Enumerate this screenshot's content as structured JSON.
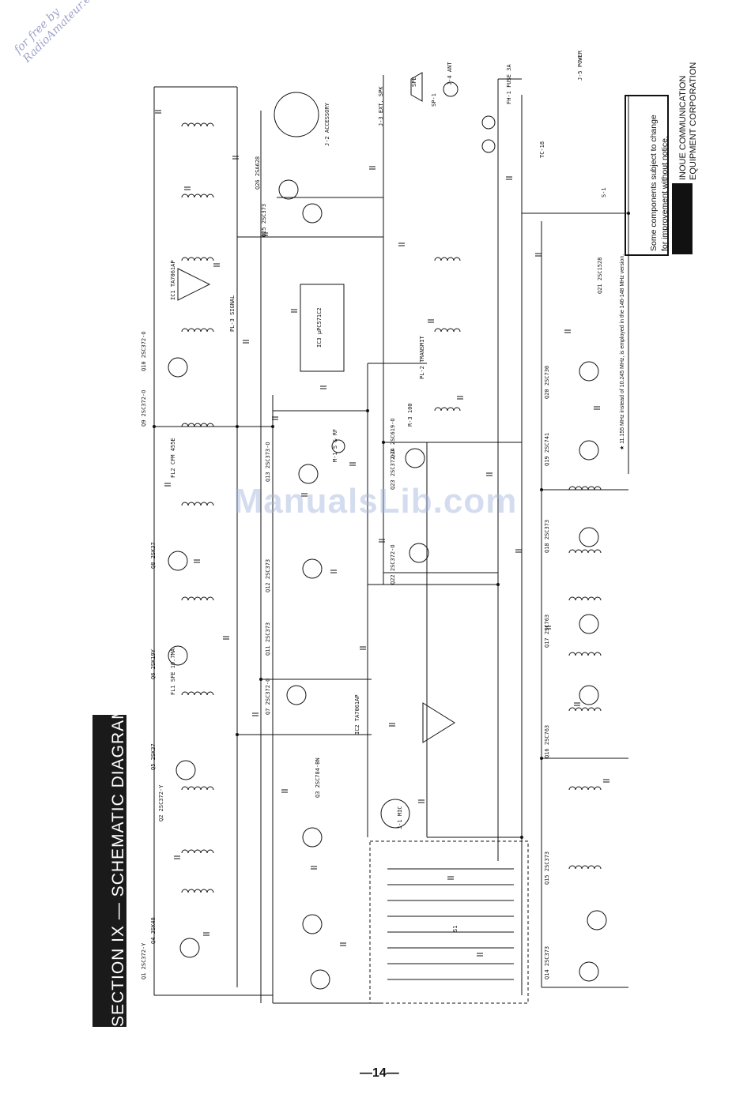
{
  "watermark": {
    "line1": "for free by",
    "line2": "RadioAmateur.eu"
  },
  "overlay_watermark": "ManualsLib.com",
  "section_title": "SECTION IX — SCHEMATIC DIAGRAM",
  "page_number": "—14—",
  "notice": {
    "line1": "Some components subject to change",
    "line2": "for improvement without notice."
  },
  "brand": {
    "logo": "ICOM",
    "line1": "INOUE COMMUNICATION",
    "line2": "EQUIPMENT CORPORATION"
  },
  "footnote": "★ 11.155 MHz instead of 10.245 MHz, is employed in the 146-148 MHz version.",
  "connectors": {
    "accessory": "J-2 ACCESSORY",
    "ext_spk": "J-3 EXT. SPK",
    "spe": "SPE",
    "sp1": "SP-1",
    "ant": "J-4 ANT",
    "mic": "J-1 MIC",
    "power": "J-5 POWER",
    "fuse": "FH-1 FUSE 3A"
  },
  "component_labels": [
    "Q1 2SC372-Y",
    "Q2 2SC372-Y",
    "Q3 2SC784-BN",
    "Q4 3SK40",
    "Q5 2SK37",
    "Q6 2SK19Y",
    "Q7 2SC372-O",
    "Q8 2SK37",
    "Q9 2SC372-O",
    "Q10 2SC372-O",
    "Q11 2SC373",
    "Q12 2SC373",
    "Q13 2SC373-O",
    "Q14 2SC373",
    "Q15 2SC373",
    "Q16 2SC763",
    "Q17 2SC763",
    "Q18 2SC373",
    "Q19 2SC741",
    "Q20 2SC730",
    "Q21 2SC1528",
    "Q22 2SC372-O",
    "Q23 2SC372-O",
    "Q24 2SC619-O",
    "Q25 2SC373",
    "Q26 2SA628",
    "IC1 TA7061AP",
    "IC2 TA7061AP",
    "IC3 μPC571C2",
    "FL1 SFE 10.7MA",
    "FL2 CFM 455E",
    "S1",
    "M-1 S & RF",
    "PL-3 SIGNAL",
    "PL-2 TRANSMIT",
    "R-3 100",
    "S-1",
    "TC-18"
  ]
}
